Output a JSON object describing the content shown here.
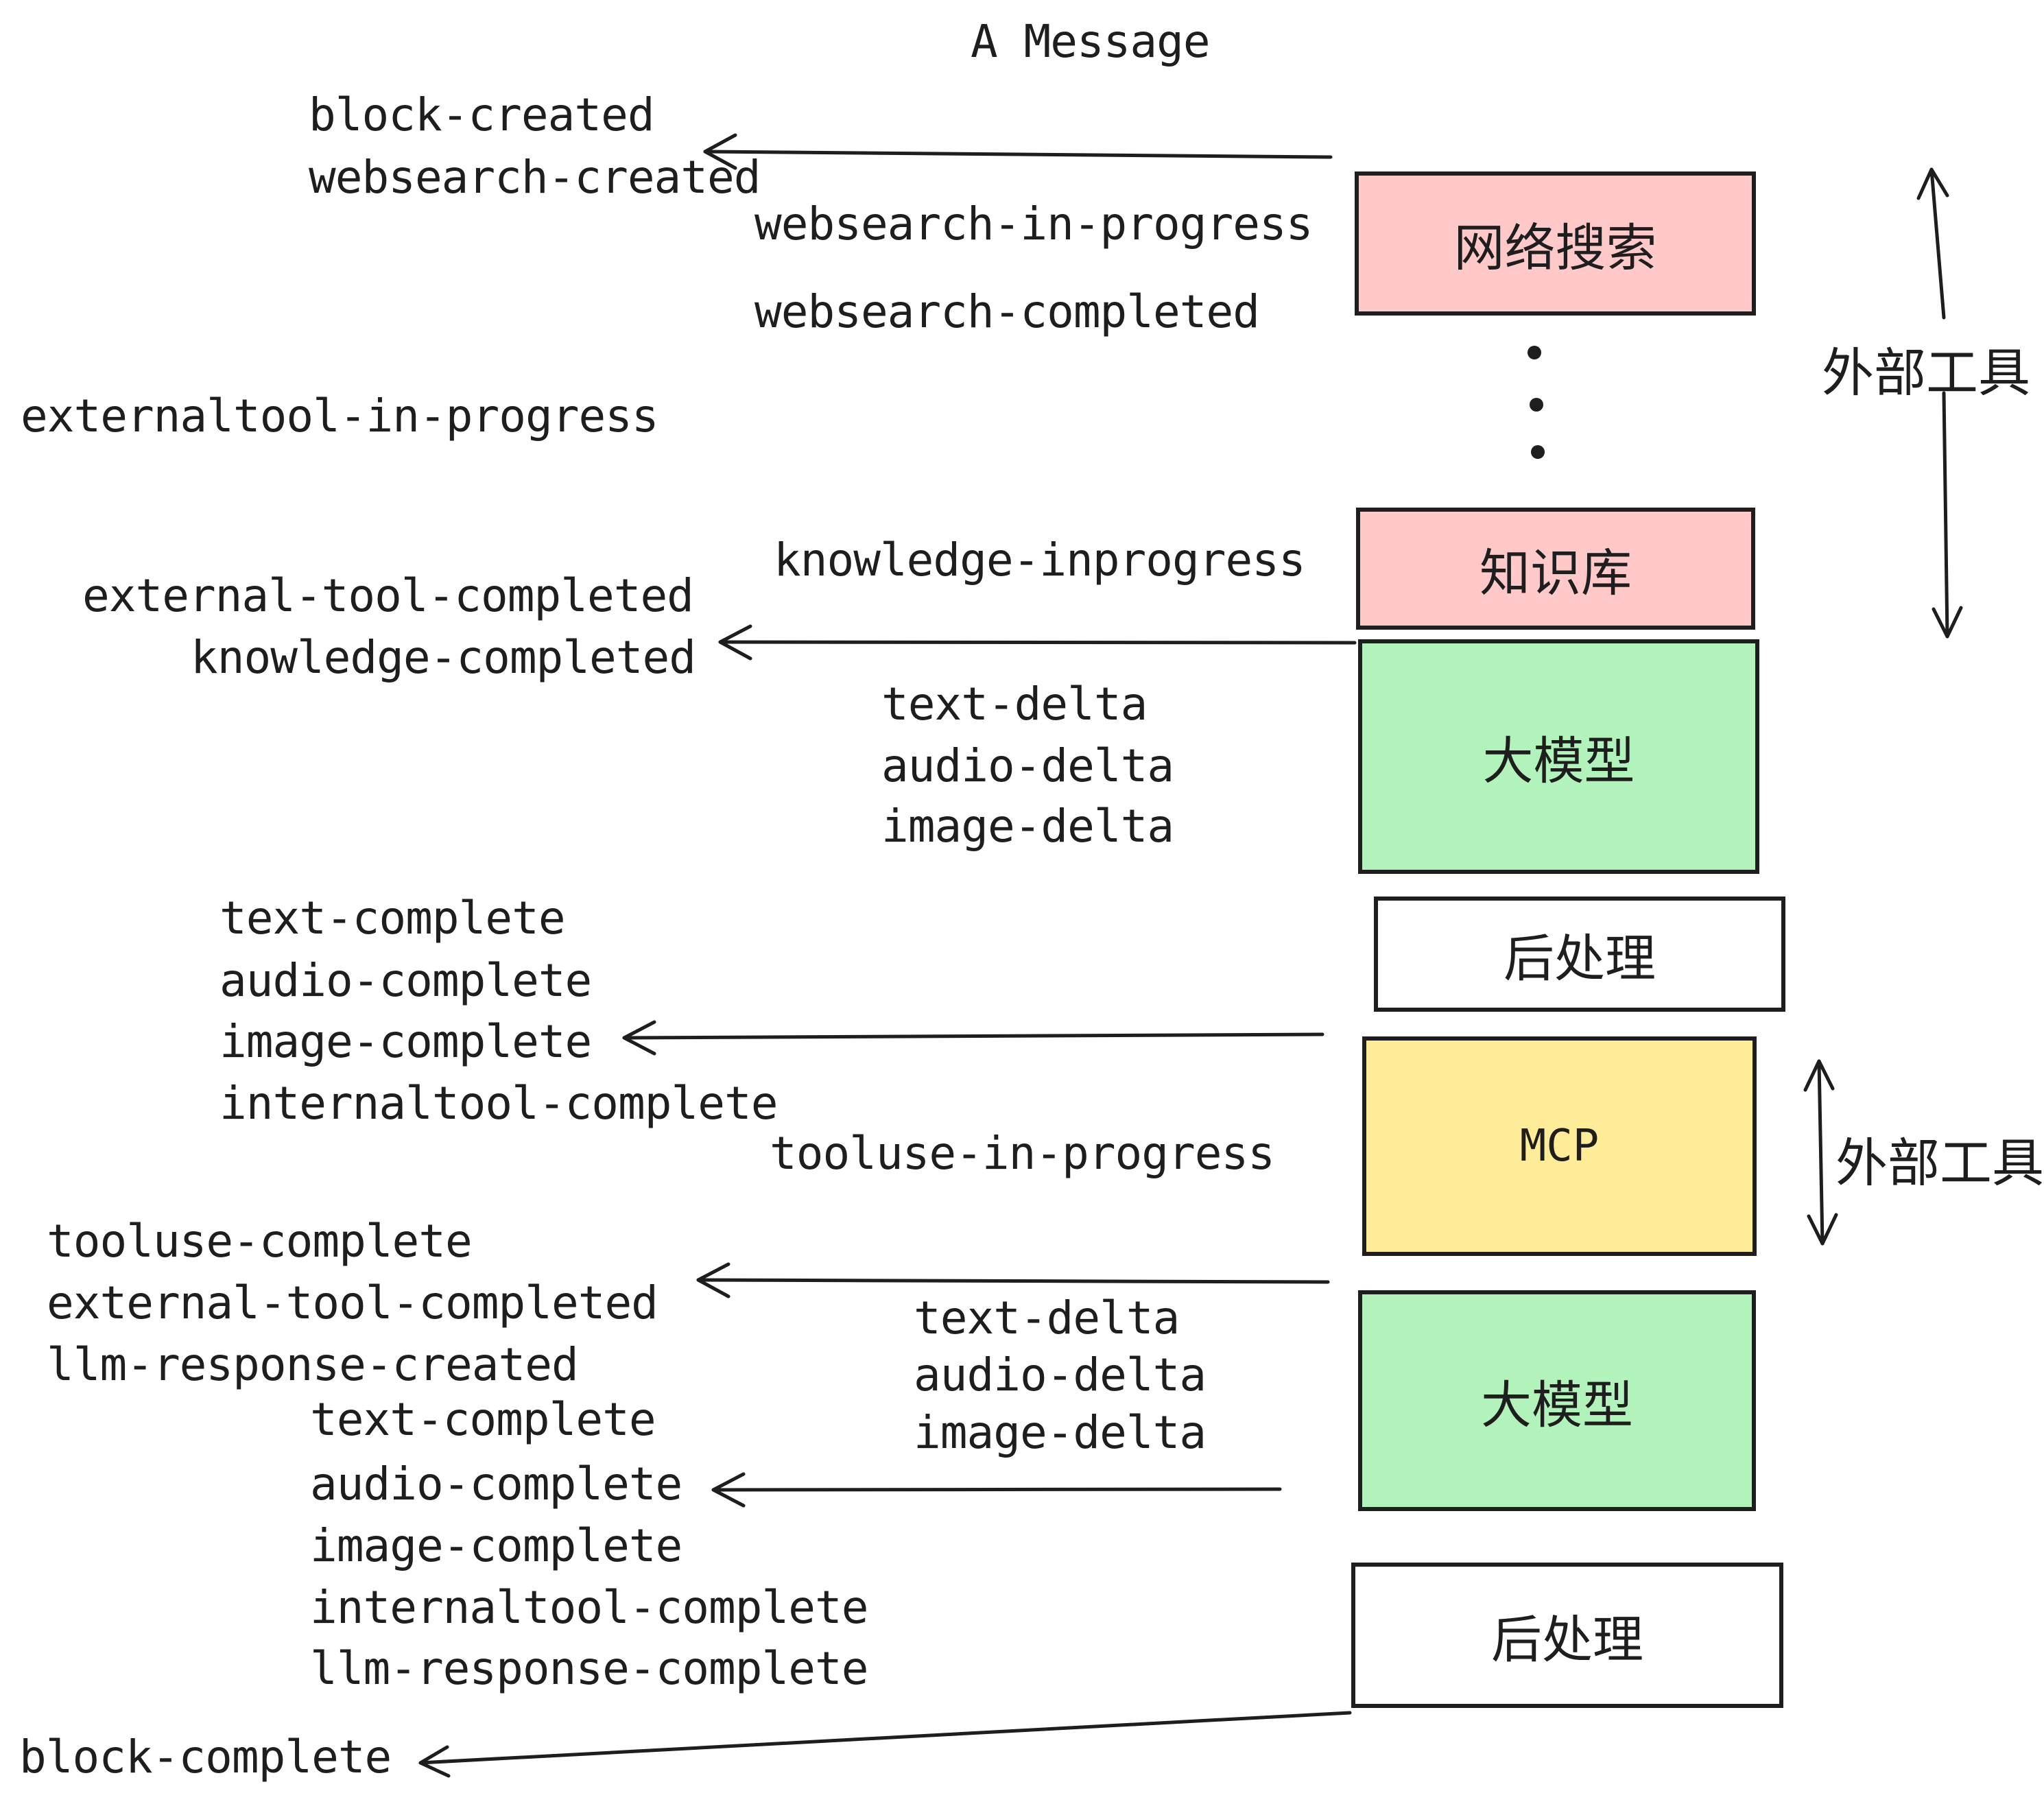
{
  "title": "A Message",
  "nodes": {
    "websearch": "网络搜索",
    "knowledge": "知识库",
    "llm": "大模型",
    "postprocess": "后处理",
    "mcp": "MCP"
  },
  "side_labels": {
    "external_tools": "外部工具"
  },
  "events": {
    "block_created": "block-created",
    "websearch_created": "websearch-created",
    "websearch_in_progress": "websearch-in-progress",
    "websearch_completed": "websearch-completed",
    "externaltool_in_progress": "externaltool-in-progress",
    "knowledge_inprogress": "knowledge-inprogress",
    "external_tool_completed": "external-tool-completed",
    "knowledge_completed": "knowledge-completed",
    "text_delta": "text-delta",
    "audio_delta": "audio-delta",
    "image_delta": "image-delta",
    "text_complete": "text-complete",
    "audio_complete": "audio-complete",
    "image_complete": "image-complete",
    "internaltool_complete": "internaltool-complete",
    "tooluse_in_progress": "tooluse-in-progress",
    "tooluse_complete": "tooluse-complete",
    "llm_response_created": "llm-response-created",
    "llm_response_complete": "llm-response-complete",
    "block_complete": "block-complete"
  },
  "colors": {
    "pink": "#ffc9c9",
    "green": "#b2f2bb",
    "yellow": "#ffec99",
    "white": "#ffffff",
    "ink": "#1e1e1e"
  }
}
